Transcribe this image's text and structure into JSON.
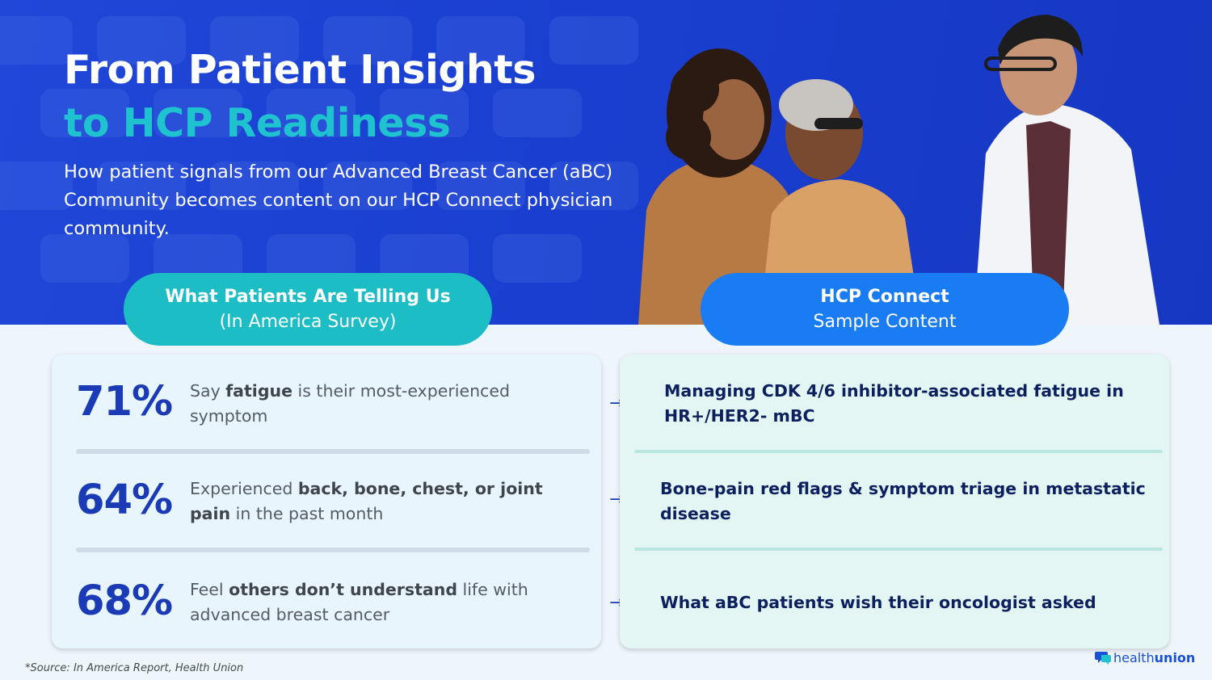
{
  "hero": {
    "title_line1": "From Patient Insights",
    "title_line2": "to HCP Readiness",
    "subtitle": "How patient signals from our Advanced Breast Cancer (aBC) Community becomes content on our HCP Connect physician community."
  },
  "left_header": {
    "title": "What Patients Are Telling Us",
    "subtitle": "(In America Survey)"
  },
  "right_header": {
    "title": "HCP Connect",
    "subtitle": "Sample Content"
  },
  "stats": [
    {
      "percent": "71%",
      "pre": "Say ",
      "bold": "fatigue",
      "post": " is their most-experienced symptom"
    },
    {
      "percent": "64%",
      "pre": "Experienced ",
      "bold": "back, bone, chest, or joint pain",
      "post": " in the past month"
    },
    {
      "percent": "68%",
      "pre": "Feel ",
      "bold": "others don’t understand",
      "post": " life with advanced breast cancer"
    }
  ],
  "content_items": [
    "Managing CDK 4/6 inhibitor-associated fatigue in HR+/HER2- mBC",
    "Bone-pain red flags & symptom triage in metastatic disease",
    "What aBC patients wish their oncologist asked"
  ],
  "arrow_glyph": "→",
  "footnote": "*Source:  In America Report, Health Union",
  "logo": {
    "part1": "health",
    "part2": "union"
  },
  "colors": {
    "hero_blue": "#1f47d8",
    "title_teal": "#1ec3cf",
    "pill_teal": "#1dbdc6",
    "pill_blue": "#1a7cf2",
    "stat_blue": "#1a3bb5",
    "content_navy": "#0c1f5e"
  },
  "images": {
    "hero_photo": "patients-and-doctor-photo"
  }
}
